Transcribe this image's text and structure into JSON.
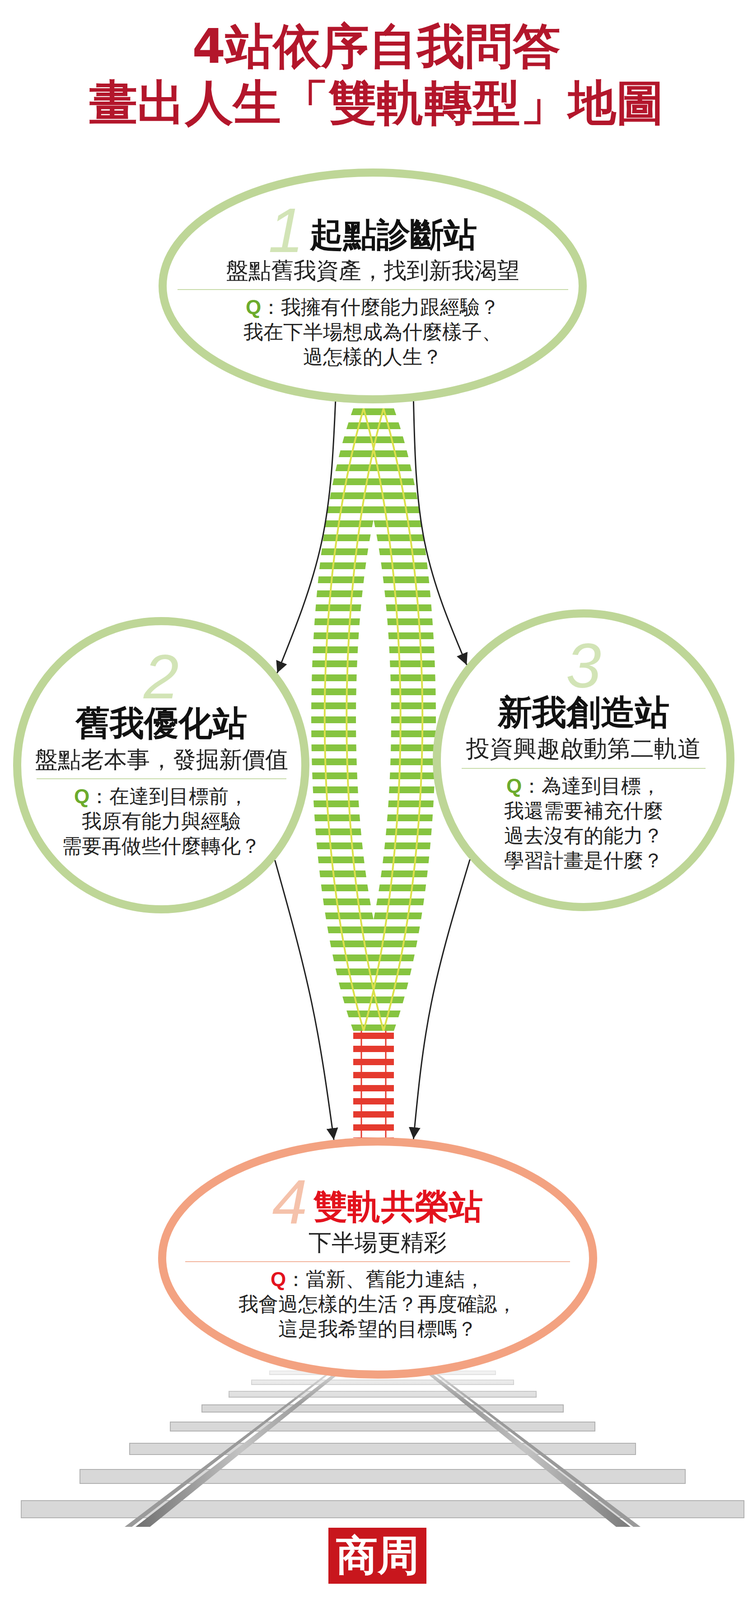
{
  "diagram": {
    "title": "4站依序自我問答 畫出人生「雙軌轉型」地圖",
    "nodes": [
      {
        "text": [
          "1",
          "起點診斷站",
          "盤點舊我資產，找到新我渴望",
          "Q",
          "：我擁有什麼能力跟經驗？ 我在下半場想成為什麼樣子、 過怎樣的人生？"
        ]
      },
      {
        "text": [
          "2",
          "舊我優化站",
          "盤點老本事，發掘新價值",
          "Q",
          "：在達到目標前， 我原有能力與經驗 需要再做些什麼轉化？"
        ]
      },
      {
        "text": [
          "3",
          "新我創造站",
          "投資興趣啟動第二軌道",
          "Q",
          "：為達到目標， 我還需要補充什麼 過去沒有的能力？ 學習計畫是什麼？"
        ]
      },
      {
        "text": [
          "4",
          "雙軌共榮站",
          "下半場更精彩",
          "Q",
          "：當新、舊能力連結， 我會過怎樣的生活？再度確認， 這是我希望的目標嗎？"
        ]
      }
    ],
    "edges": [
      {
        "from": 0,
        "to": 1,
        "arrow": "to"
      },
      {
        "from": 0,
        "to": 2,
        "arrow": "to"
      },
      {
        "from": 1,
        "to": 3,
        "arrow": "to"
      },
      {
        "from": 2,
        "to": 3,
        "arrow": "to"
      }
    ],
    "labels": [
      "商周"
    ]
  }
}
